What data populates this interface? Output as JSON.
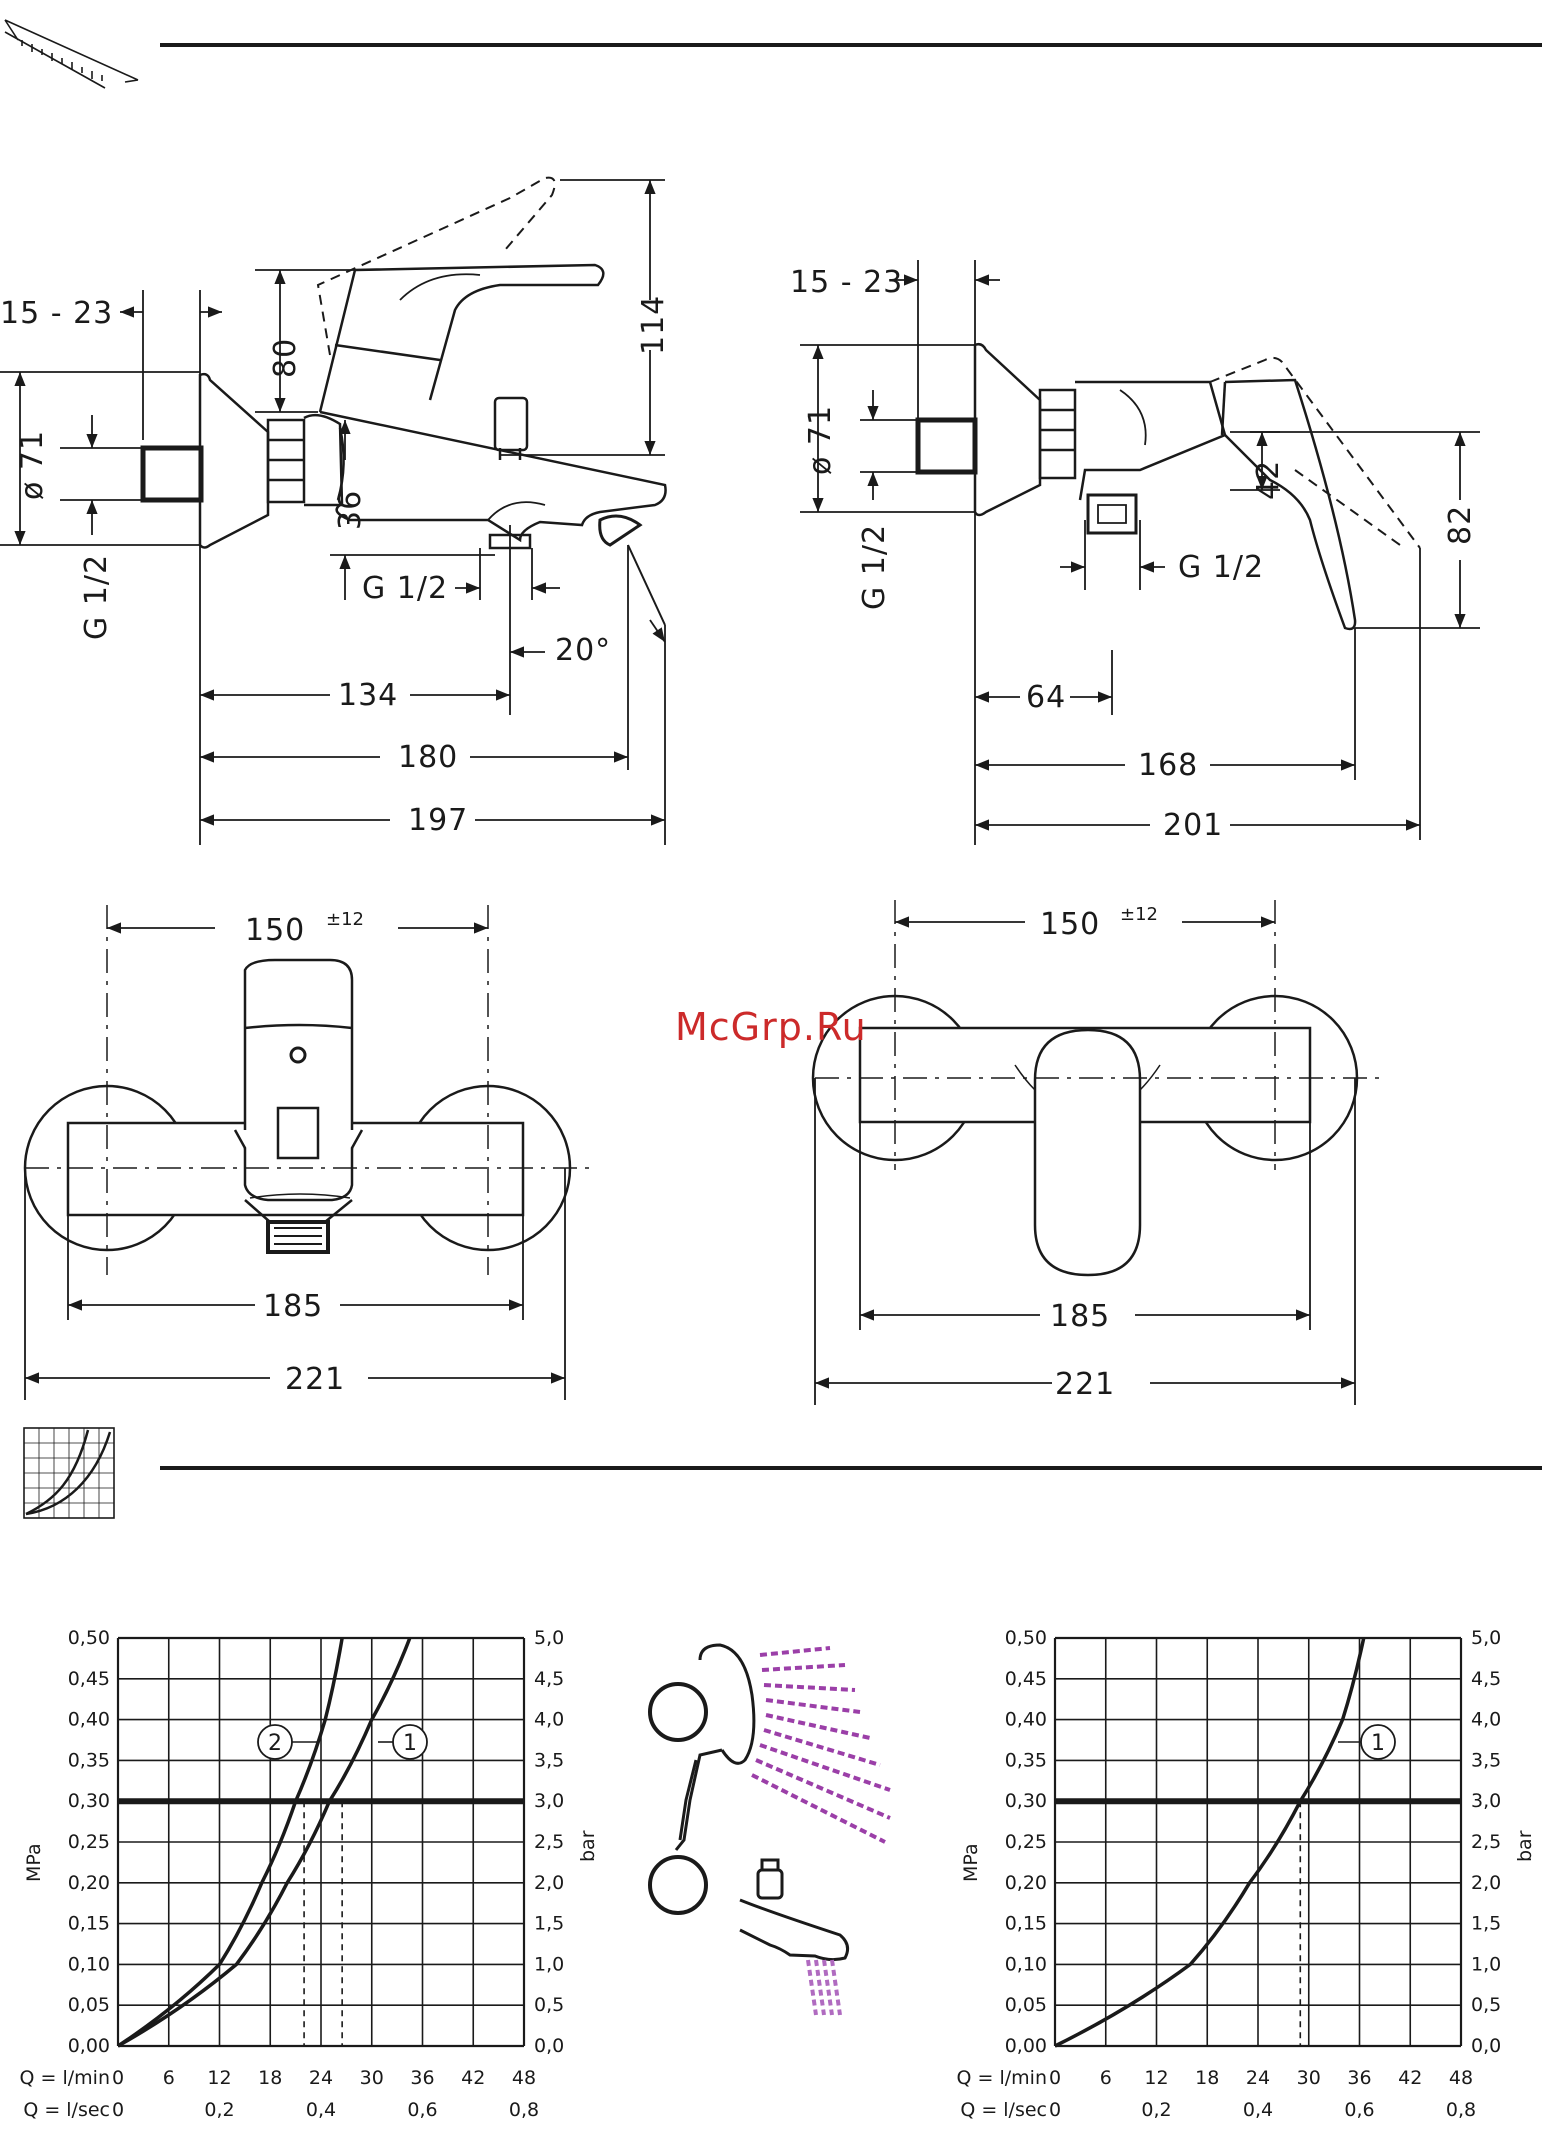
{
  "watermark": "McGrp.Ru",
  "dimensions": {
    "bath_side": {
      "d15_23": "15 - 23",
      "d80": "80",
      "d114": "114",
      "d71": "ø 71",
      "d36": "36",
      "g_wall": "G 1/2",
      "g_outlet": "G 1/2",
      "angle": "20°",
      "d134": "134",
      "d180": "180",
      "d197": "197"
    },
    "shower_side": {
      "d15_23": "15 - 23",
      "d71": "ø 71",
      "d42": "42",
      "d82": "82",
      "g_wall": "G 1/2",
      "g_outlet": "G 1/2",
      "d64": "64",
      "d168": "168",
      "d201": "201"
    },
    "bath_front": {
      "d150": "150",
      "tol": "±12",
      "d185": "185",
      "d221": "221"
    },
    "shower_front": {
      "d150": "150",
      "tol": "±12",
      "d185": "185",
      "d221": "221"
    }
  },
  "chart_data": [
    {
      "type": "line",
      "y_left_ticks": [
        "0,00",
        "0,05",
        "0,10",
        "0,15",
        "0,20",
        "0,25",
        "0,30",
        "0,35",
        "0,40",
        "0,45",
        "0,50"
      ],
      "y_right_ticks": [
        "0,0",
        "0,5",
        "1,0",
        "1,5",
        "2,0",
        "2,5",
        "3,0",
        "3,5",
        "4,0",
        "4,5",
        "5,0"
      ],
      "x_lmin_ticks": [
        "0",
        "6",
        "12",
        "18",
        "24",
        "30",
        "36",
        "42",
        "48"
      ],
      "x_lsec_ticks": [
        "0",
        "0,2",
        "0,4",
        "0,6",
        "0,8"
      ],
      "ylabel_left": "MPa",
      "ylabel_right": "bar",
      "xlabel_lmin": "Q = l/min",
      "xlabel_lsec": "Q = l/sec",
      "xlim": [
        0,
        48
      ],
      "ylim": [
        0,
        0.5
      ],
      "reference_pressure": 0.3,
      "grid": true,
      "series": [
        {
          "name": "1",
          "x": [
            0,
            14,
            20,
            25,
            30,
            34.5
          ],
          "y": [
            0,
            0.1,
            0.2,
            0.3,
            0.4,
            0.5
          ],
          "marker_x": 26.5
        },
        {
          "name": "2",
          "x": [
            0,
            12,
            17,
            21,
            24.5,
            26.5
          ],
          "y": [
            0,
            0.1,
            0.2,
            0.3,
            0.4,
            0.5
          ],
          "marker_x": 22
        }
      ]
    },
    {
      "type": "line",
      "y_left_ticks": [
        "0,00",
        "0,05",
        "0,10",
        "0,15",
        "0,20",
        "0,25",
        "0,30",
        "0,35",
        "0,40",
        "0,45",
        "0,50"
      ],
      "y_right_ticks": [
        "0,0",
        "0,5",
        "1,0",
        "1,5",
        "2,0",
        "2,5",
        "3,0",
        "3,5",
        "4,0",
        "4,5",
        "5,0"
      ],
      "x_lmin_ticks": [
        "0",
        "6",
        "12",
        "18",
        "24",
        "30",
        "36",
        "42",
        "48"
      ],
      "x_lsec_ticks": [
        "0",
        "0,2",
        "0,4",
        "0,6",
        "0,8"
      ],
      "ylabel_left": "MPa",
      "ylabel_right": "bar",
      "xlabel_lmin": "Q = l/min",
      "xlabel_lsec": "Q = l/sec",
      "xlim": [
        0,
        48
      ],
      "ylim": [
        0,
        0.5
      ],
      "reference_pressure": 0.3,
      "grid": true,
      "series": [
        {
          "name": "1",
          "x": [
            0,
            16,
            23,
            29,
            34,
            36.5
          ],
          "y": [
            0,
            0.1,
            0.2,
            0.3,
            0.4,
            0.5
          ],
          "marker_x": 29
        }
      ]
    }
  ]
}
